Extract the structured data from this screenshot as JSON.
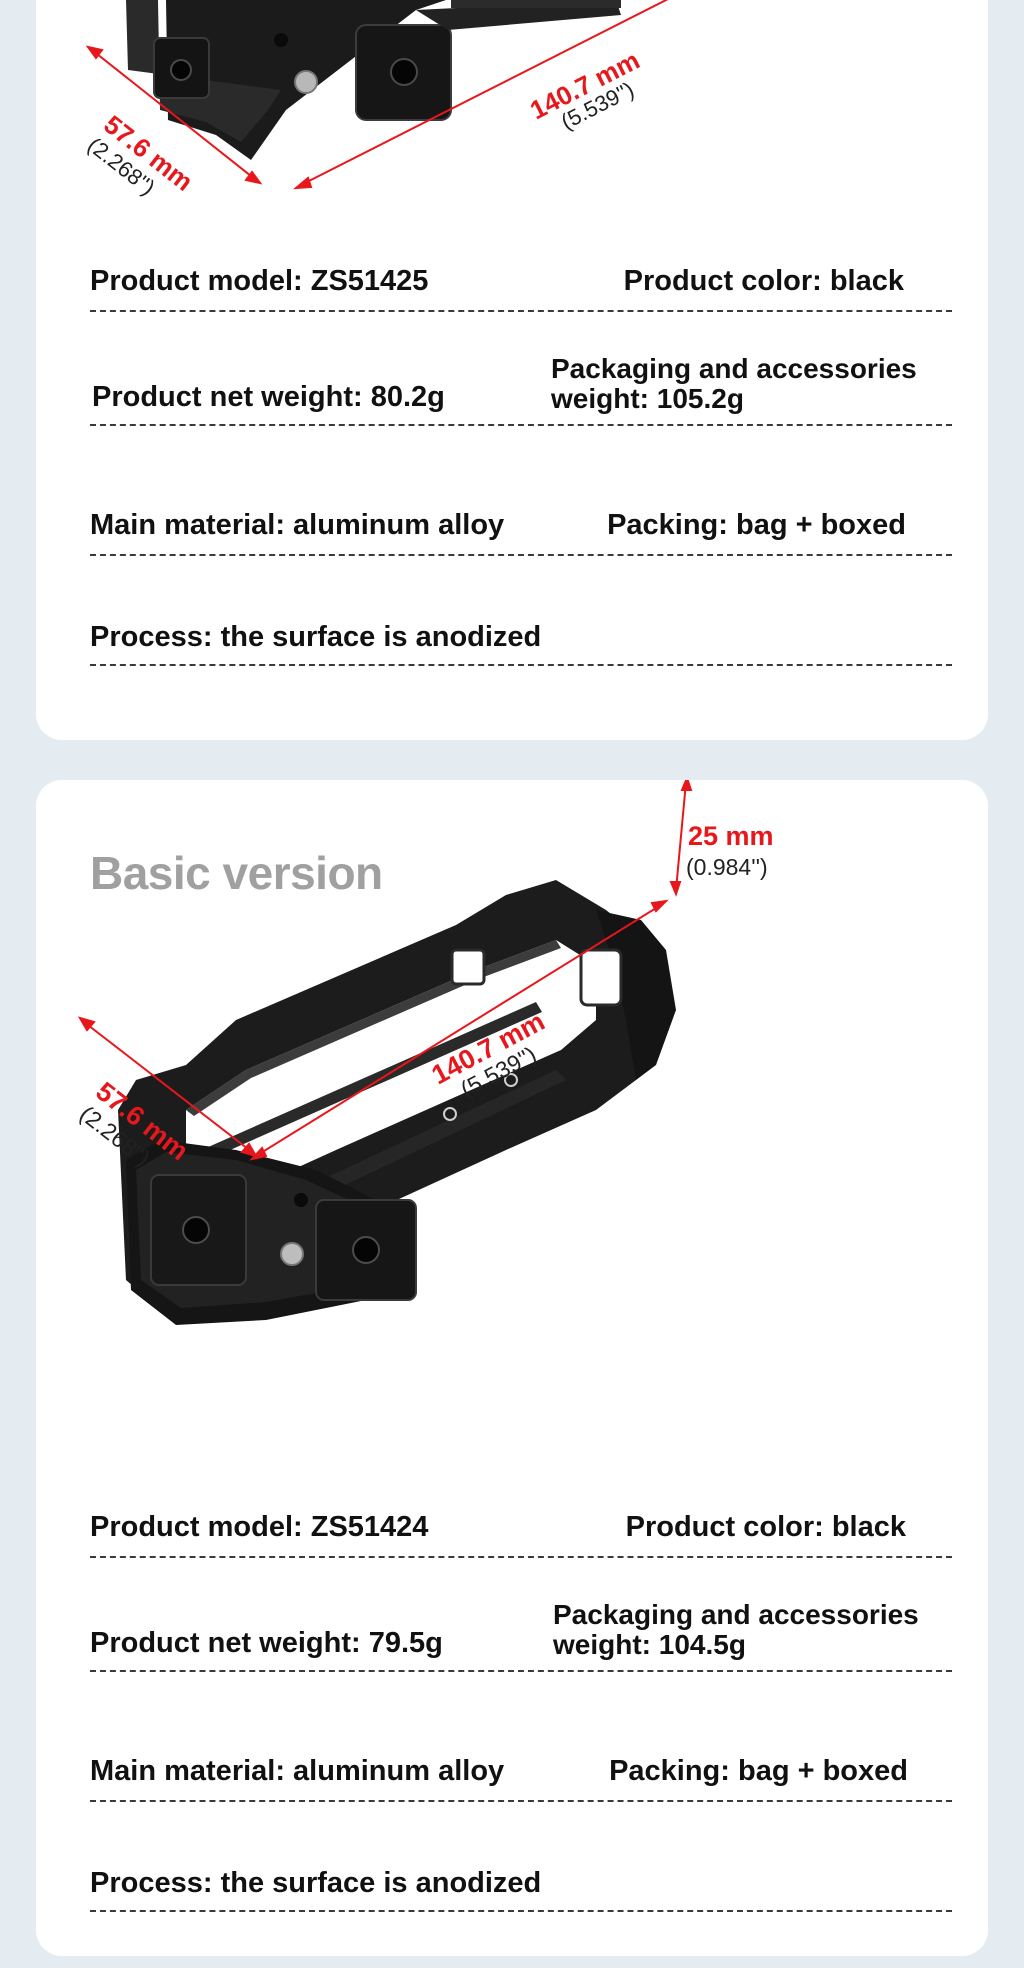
{
  "products": [
    {
      "id": "card1",
      "title": "",
      "dims": {
        "length_mm": "140.7 mm",
        "length_in": "(5.539'')",
        "width_mm": "57.6 mm",
        "width_in": "(2.268'')"
      },
      "specs": {
        "model": "Product model: ZS51425",
        "color": "Product color: black",
        "net_weight": "Product net weight: 80.2g",
        "pack_weight": "Packaging and accessories weight: 105.2g",
        "material": "Main material: aluminum alloy",
        "packing": "Packing: bag + boxed",
        "process": "Process: the surface is anodized"
      }
    },
    {
      "id": "card2",
      "title": "Basic version",
      "dims": {
        "height_mm": "25 mm",
        "height_in": "(0.984'')",
        "length_mm": "140.7 mm",
        "length_in": "(5.539'')",
        "width_mm": "57.6 mm",
        "width_in": "(2.268'')"
      },
      "specs": {
        "model": "Product model: ZS51424",
        "color": "Product color: black",
        "net_weight": "Product net weight: 79.5g",
        "pack_weight": "Packaging and accessories weight: 104.5g",
        "material": "Main material: aluminum alloy",
        "packing": "Packing: bag + boxed",
        "process": "Process: the surface is anodized"
      }
    }
  ],
  "colors": {
    "background": "#e4ecf2",
    "card": "#ffffff",
    "dimension": "#e8171c",
    "title": "#a0a0a0",
    "text": "#111111"
  }
}
